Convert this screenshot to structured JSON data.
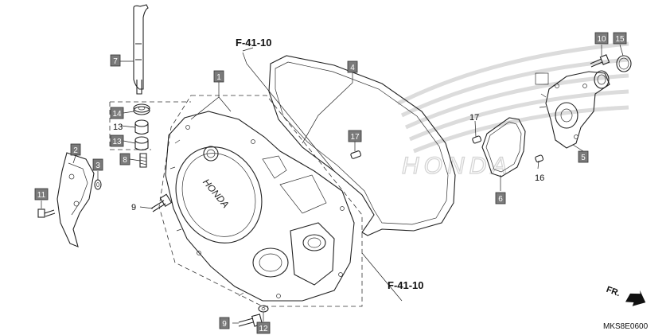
{
  "diagram": {
    "callouts": [
      {
        "id": "c1",
        "label": "1"
      },
      {
        "id": "c2",
        "label": "2"
      },
      {
        "id": "c3",
        "label": "3"
      },
      {
        "id": "c4",
        "label": "4"
      },
      {
        "id": "c5",
        "label": "5"
      },
      {
        "id": "c6",
        "label": "6"
      },
      {
        "id": "c7",
        "label": "7"
      },
      {
        "id": "c8",
        "label": "8"
      },
      {
        "id": "c9b",
        "label": "9"
      },
      {
        "id": "c10",
        "label": "10"
      },
      {
        "id": "c11",
        "label": "11"
      },
      {
        "id": "c12",
        "label": "12"
      },
      {
        "id": "c13b",
        "label": "13"
      },
      {
        "id": "c14",
        "label": "14"
      },
      {
        "id": "c15",
        "label": "15"
      },
      {
        "id": "c17b",
        "label": "17"
      }
    ],
    "plain_labels": [
      {
        "id": "p13",
        "label": "13"
      },
      {
        "id": "p9",
        "label": "9"
      },
      {
        "id": "p17",
        "label": "17"
      },
      {
        "id": "p16",
        "label": "16"
      }
    ],
    "references": {
      "top": "F-41-10",
      "bottom": "F-41-10"
    },
    "direction_label": "FR.",
    "diagram_code": "MKS8E0600",
    "watermark_text": "HONDA",
    "cover_logo_text": "HONDA",
    "colors": {
      "callout_fill": "#7a7a7a",
      "line": "#222222",
      "watermark": "#d9d9d9"
    }
  }
}
